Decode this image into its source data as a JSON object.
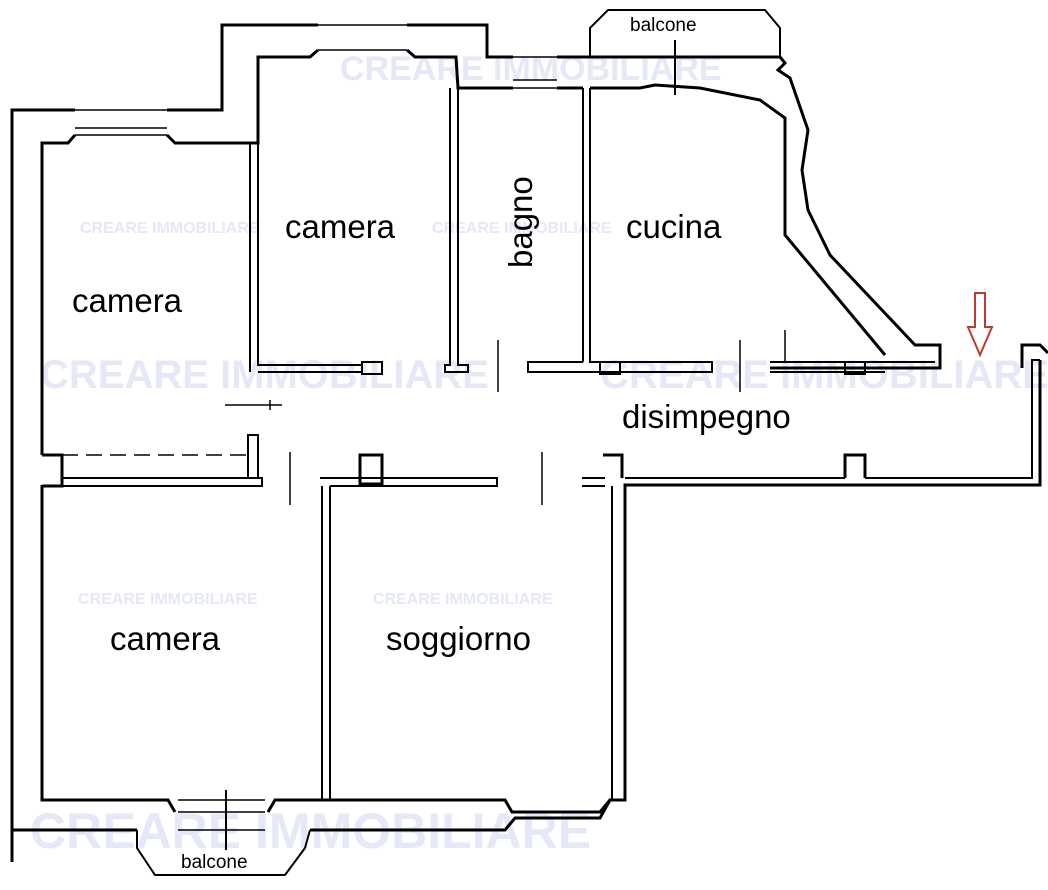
{
  "rooms": {
    "camera_left": "camera",
    "camera_top": "camera",
    "bagno": "bagno",
    "cucina": "cucina",
    "disimpegno": "disimpegno",
    "camera_bottom": "camera",
    "soggiorno": "soggiorno"
  },
  "balconies": {
    "top": "balcone",
    "bottom": "balcone"
  },
  "watermark": "CREARE IMMOBILIARE",
  "colors": {
    "walls": "#000000",
    "entrance_arrow": "#c0392b",
    "watermark": "#e2e6f7"
  }
}
